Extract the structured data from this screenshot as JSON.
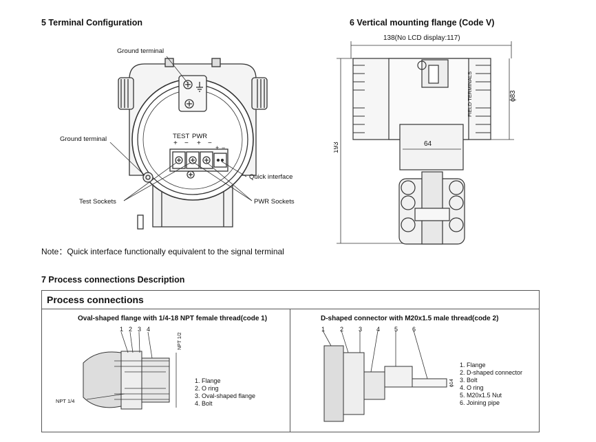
{
  "section5": {
    "title": "5   Terminal Configuration"
  },
  "terminal_labels": {
    "ground_top": "Ground terminal",
    "ground_left": "Ground terminal",
    "test": "TEST",
    "pwr": "PWR",
    "quick": "Quick interface",
    "test_sockets": "Test Sockets",
    "pwr_sockets": "PWR Sockets"
  },
  "note": "Note：Quick interface functionally equivalent to the signal terminal",
  "section6": {
    "title": "6   Vertical mounting flange (Code V)",
    "dim_width": "138(No LCD display:117)",
    "dim_height": "193",
    "dim_diameter": "ϕ83",
    "dim_64": "64",
    "side_text": "FIELD TERMINALS"
  },
  "section7": {
    "title": "7 Process connections Description"
  },
  "process_table": {
    "header": "Process connections",
    "left": {
      "caption": "Oval-shaped flange with 1/4-18 NPT female thread(code 1)",
      "numbers": [
        "1",
        "2",
        "3",
        "4"
      ],
      "npt_half": "NPT 1/2",
      "npt_quarter": "NPT 1/4",
      "legend": [
        "1. Flange",
        "2. O ring",
        "3. Oval-shaped flange",
        "4. Bolt"
      ]
    },
    "right": {
      "caption": "D-shaped connector with M20x1.5 male thread(code 2)",
      "numbers": [
        "1",
        "2",
        "3",
        "4",
        "5",
        "6"
      ],
      "dim": "ϕ14",
      "legend": [
        "1. Flange",
        "2. D-shaped connector",
        "3. Bolt",
        "4. O ring",
        "5. M20x1.5 Nut",
        "6. Joining pipe"
      ]
    }
  }
}
